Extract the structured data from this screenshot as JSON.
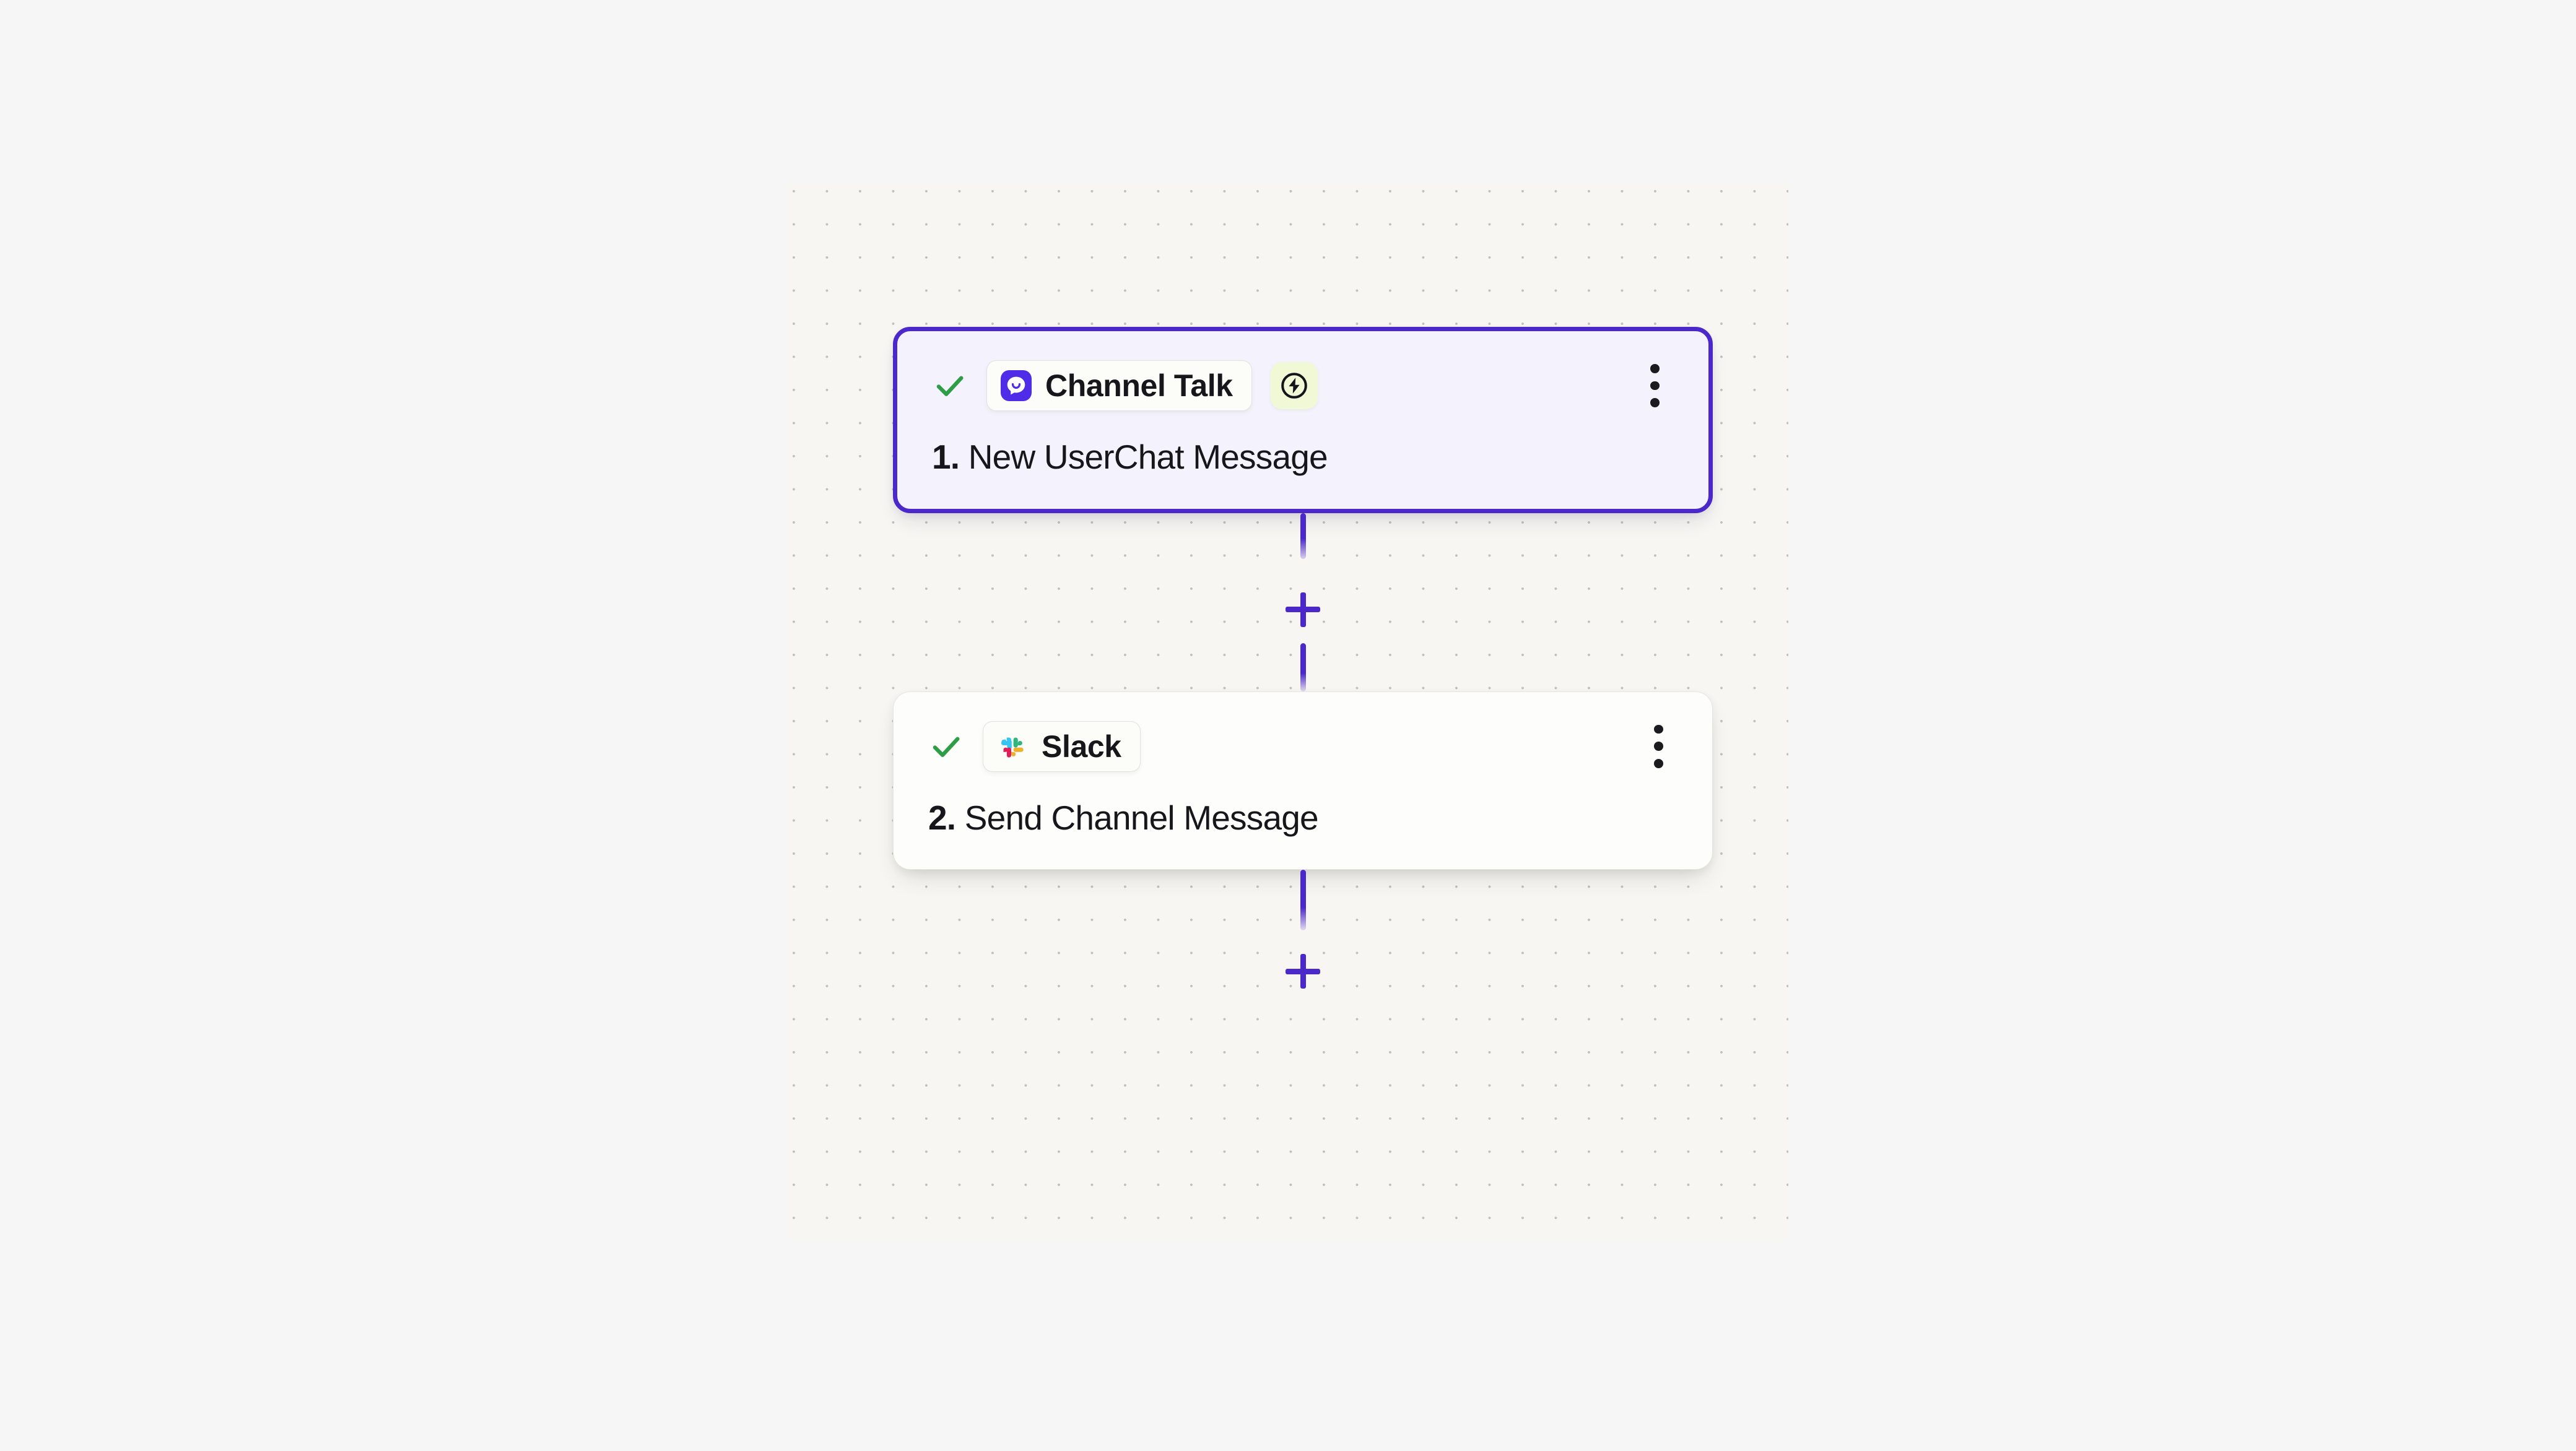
{
  "editor": {
    "canvas_label": "workflow-canvas",
    "background_color": "#f6f6f7",
    "canvas_color": "#f7f6f2",
    "accent_color": "#4b28c9",
    "success_color": "#2e9e46",
    "trigger_badge_color": "#f0f8d6"
  },
  "nodes": [
    {
      "id": "node-1",
      "kind": "trigger",
      "selected": true,
      "status_icon": "check-icon",
      "app": {
        "name": "Channel Talk",
        "icon": "channel-talk-icon",
        "icon_color": "#4f2ce8"
      },
      "badge": {
        "icon": "lightning-bolt-icon",
        "background": "#f0f8d6"
      },
      "step_index": "1.",
      "title": "New UserChat Message",
      "menu_icon": "more-vertical-icon"
    },
    {
      "id": "node-2",
      "kind": "action",
      "selected": false,
      "status_icon": "check-icon",
      "app": {
        "name": "Slack",
        "icon": "slack-icon",
        "icon_color": "#e01e5a"
      },
      "badge": null,
      "step_index": "2.",
      "title": "Send Channel Message",
      "menu_icon": "more-vertical-icon"
    }
  ],
  "connectors": [
    {
      "id": "connector-1",
      "add_icon": "plus-icon",
      "between": "node-1 → node-2"
    },
    {
      "id": "connector-2",
      "add_icon": "plus-icon",
      "between": "node-2 → end"
    }
  ]
}
